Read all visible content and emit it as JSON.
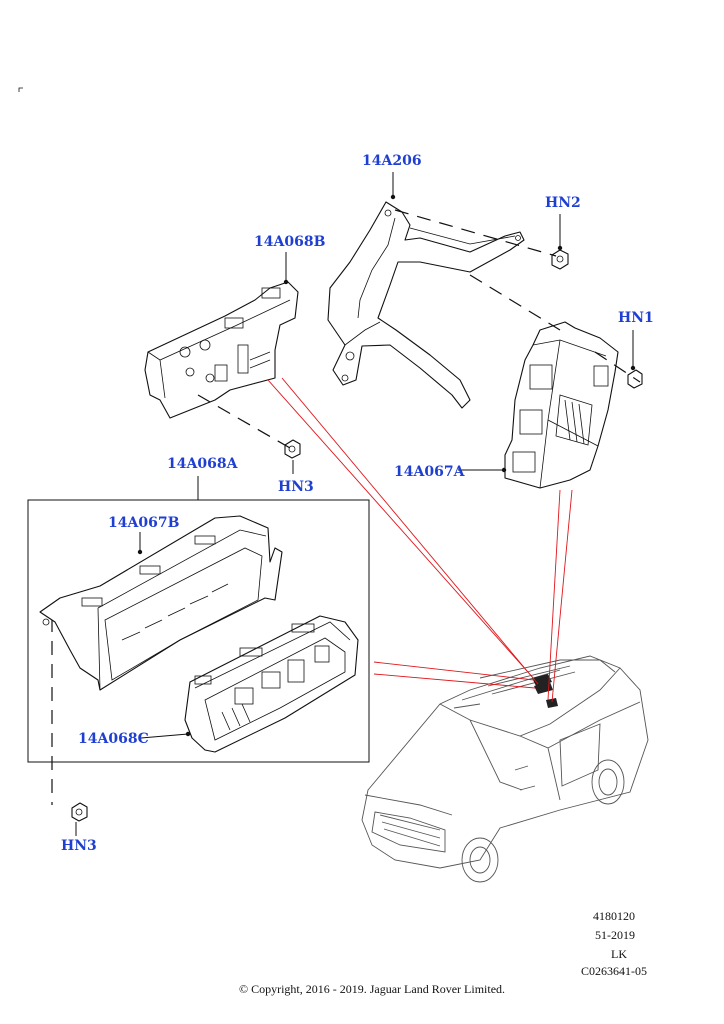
{
  "callouts": {
    "bracket": "14A206",
    "nut_hn2": "HN2",
    "fuse_box_b": "14A068B",
    "nut_hn1": "HN1",
    "nut_hn3_upper": "HN3",
    "module_a": "14A067A",
    "assembly_a": "14A068A",
    "cover_b": "14A067B",
    "fuse_box_c": "14A068C",
    "nut_hn3_lower": "HN3"
  },
  "reference": {
    "number": "4180120",
    "range": "51-2019",
    "market": "LK",
    "code": "C0263641-05"
  },
  "copyright": "© Copyright, 2016 - 2019. Jaguar Land Rover Limited.",
  "colors": {
    "callout": "#1f3fd1",
    "locator_line": "#e0161b"
  }
}
